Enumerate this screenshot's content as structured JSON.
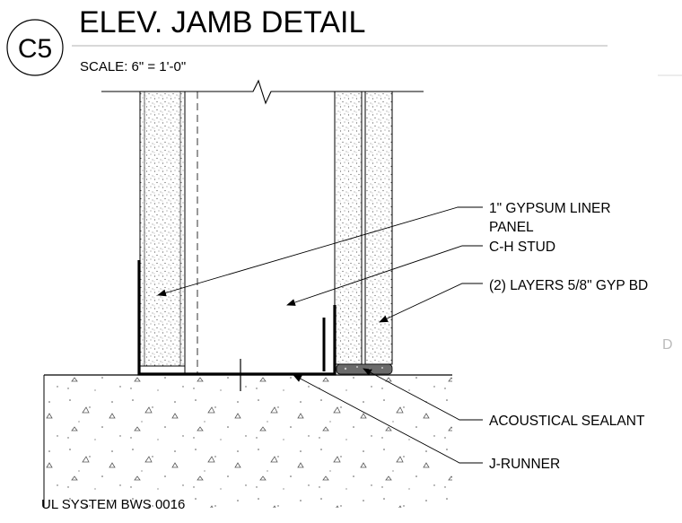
{
  "detail": {
    "badge": "C5",
    "title": "ELEV. JAMB DETAIL",
    "scale": "SCALE:  6\" = 1'-0\""
  },
  "callouts": {
    "gypsum_liner_line1": "1\" GYPSUM LINER",
    "gypsum_liner_line2": "PANEL",
    "ch_stud": "C-H STUD",
    "gyp_bd": "(2) LAYERS 5/8\" GYP BD",
    "acoustical_sealant": "ACOUSTICAL SEALANT",
    "j_runner": "J-RUNNER"
  },
  "footer": {
    "ul_system": "UL SYSTEM BWS 0016"
  },
  "edge_marker": "D",
  "colors": {
    "ink": "#000000",
    "rule": "#999999",
    "stipple": "#555555",
    "sealant": "#6b6b6b"
  }
}
